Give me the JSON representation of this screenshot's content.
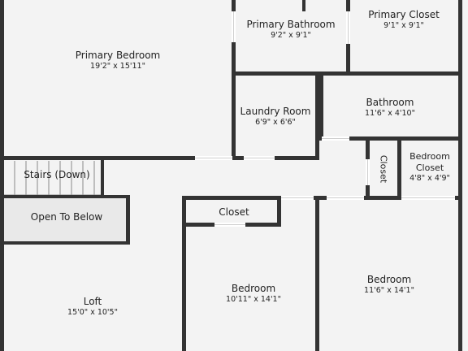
{
  "rooms": {
    "primary_bedroom": {
      "name": "Primary Bedroom",
      "dims": "19'2\" x 15'11\""
    },
    "primary_bathroom": {
      "name": "Primary Bathroom",
      "dims": "9'2\" x 9'1\""
    },
    "primary_closet": {
      "name": "Primary Closet",
      "dims": "9'1\" x 9'1\""
    },
    "laundry_room": {
      "name": "Laundry Room",
      "dims": "6'9\" x 6'6\""
    },
    "bathroom": {
      "name": "Bathroom",
      "dims": "11'6\" x 4'10\""
    },
    "hall_closet": {
      "name": "Closet"
    },
    "bedroom_closet": {
      "name": "Bedroom Closet",
      "dims": "4'8\" x 4'9\""
    },
    "stairs": {
      "name": "Stairs (Down)"
    },
    "open_to_below": {
      "name": "Open To Below"
    },
    "closet": {
      "name": "Closet"
    },
    "loft": {
      "name": "Loft",
      "dims": "15'0\" x 10'5\""
    },
    "bedroom_center": {
      "name": "Bedroom",
      "dims": "10'11\" x 14'1\""
    },
    "bedroom_right": {
      "name": "Bedroom",
      "dims": "11'6\" x 14'1\""
    }
  }
}
